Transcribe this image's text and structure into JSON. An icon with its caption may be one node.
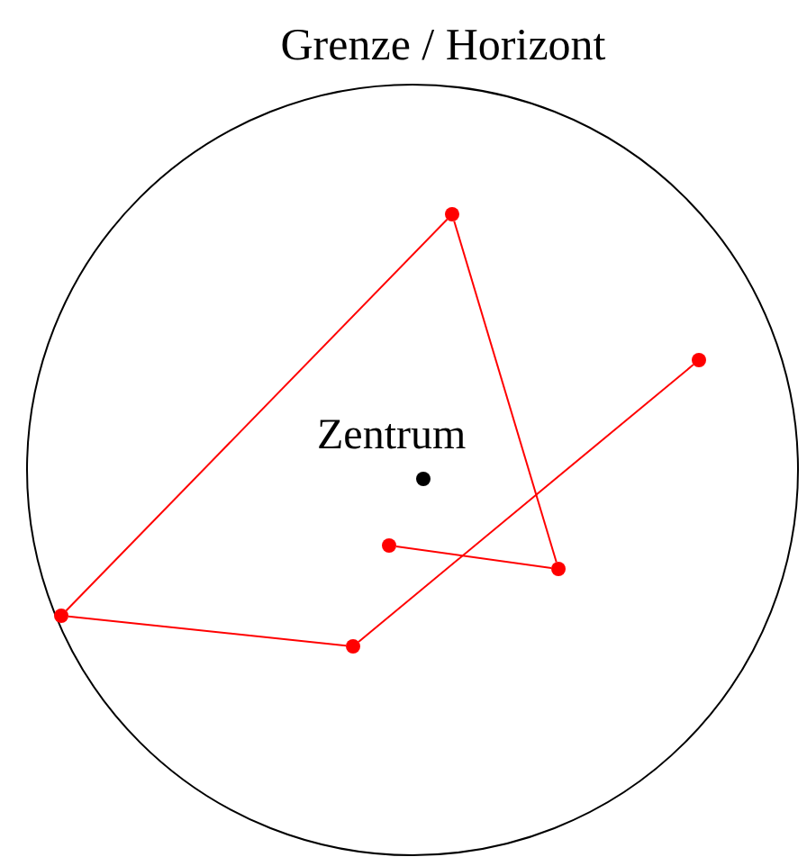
{
  "diagram": {
    "nodes": [
      {
        "text": [
          "Grenze / Horizont"
        ]
      },
      {
        "text": [
          "Zentrum"
        ],
        "in": 0
      },
      {
        "text": [],
        "shape": "circle",
        "in": 0
      },
      {
        "text": [],
        "shape": "circle",
        "in": 0
      },
      {
        "text": [],
        "shape": "circle",
        "in": 0
      },
      {
        "text": [],
        "shape": "circle",
        "in": 0
      },
      {
        "text": [],
        "shape": "circle",
        "in": 0
      },
      {
        "text": [],
        "shape": "circle",
        "in": 0
      }
    ],
    "edges": [
      {
        "from": 4,
        "to": 6,
        "arrow": "none"
      },
      {
        "from": 6,
        "to": 5,
        "arrow": "none"
      },
      {
        "from": 5,
        "to": 2,
        "arrow": "none"
      },
      {
        "from": 2,
        "to": 3,
        "arrow": "none"
      },
      {
        "from": 3,
        "to": 7,
        "arrow": "none"
      }
    ]
  }
}
